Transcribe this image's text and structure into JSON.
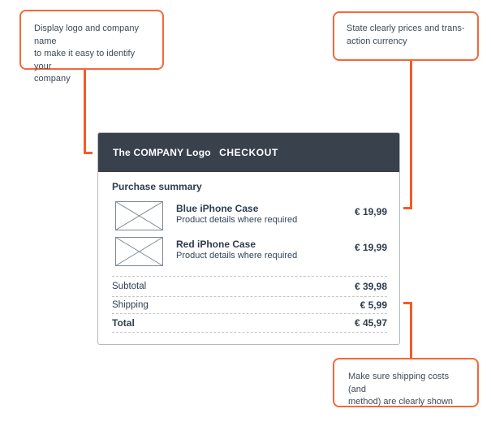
{
  "colors": {
    "accent_orange": "#f25c26",
    "callout_border": "#f4683a",
    "header_bg": "#39414d",
    "text_dark": "#2d3c4e"
  },
  "callouts": {
    "logo": {
      "text": "Display logo and company name\nto make it easy to identify your\ncompany"
    },
    "prices": {
      "text": "State clearly prices and trans-\naction currency"
    },
    "shipping": {
      "text": "Make sure shipping costs (and\nmethod) are clearly shown"
    }
  },
  "card": {
    "header": {
      "company": "The COMPANY Logo",
      "title": "CHECKOUT"
    },
    "section_title": "Purchase summary",
    "items": [
      {
        "name": "Blue iPhone Case",
        "details": "Product details where required",
        "price": "€ 19,99"
      },
      {
        "name": "Red iPhone Case",
        "details": "Product details where required",
        "price": "€ 19,99"
      }
    ],
    "summary": {
      "subtotal": {
        "label": "Subtotal",
        "value": "€ 39,98"
      },
      "shipping": {
        "label": "Shipping",
        "value": "€ 5,99"
      },
      "total": {
        "label": "Total",
        "value": "€ 45,97"
      }
    }
  }
}
